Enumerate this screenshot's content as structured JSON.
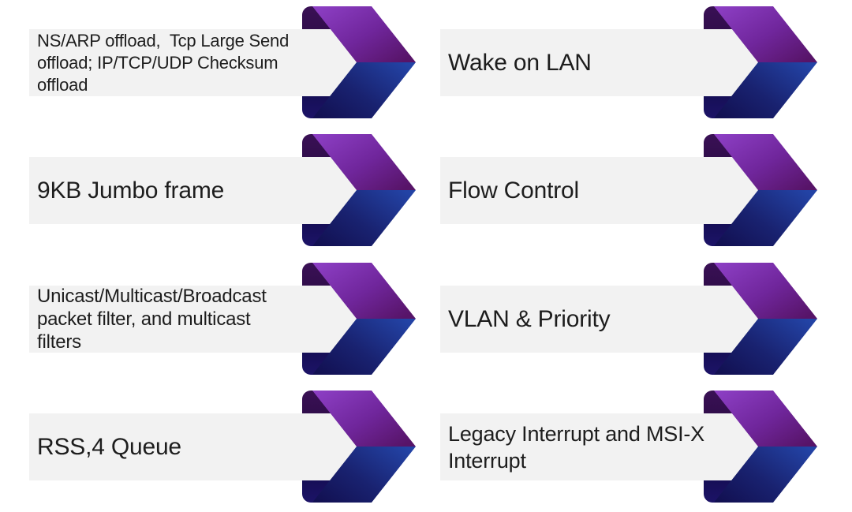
{
  "slide": {
    "background": "#ffffff"
  },
  "features": {
    "left": [
      {
        "label": "NS/ARP offload,  Tcp Large Send\noffload; IP/TCP/UDP Checksum\noffload"
      },
      {
        "label": "9KB Jumbo frame"
      },
      {
        "label": "Unicast/Multicast/Broadcast\npacket filter, and multicast\nfilters"
      },
      {
        "label": "RSS,4 Queue"
      }
    ],
    "right": [
      {
        "label": "Wake on LAN"
      },
      {
        "label": "Flow Control"
      },
      {
        "label": "VLAN & Priority"
      },
      {
        "label": "Legacy Interrupt and MSI-X\nInterrupt"
      }
    ]
  },
  "icon": "chevron-arrow-icon",
  "colors": {
    "bar_background": "#f2f2f2",
    "text": "#1d1d1d",
    "purple_band_start": "#8e40c6",
    "purple_band_mid": "#70269c",
    "purple_band_end": "#571468",
    "blue_band_start": "#121052",
    "blue_band_mid": "#192270",
    "blue_band_end": "#2343a5",
    "fold_top": "#3a1055",
    "fold_bottom": "#1c1367"
  }
}
